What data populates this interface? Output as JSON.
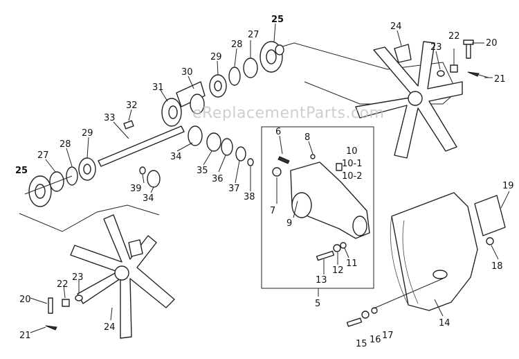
{
  "watermark": "eReplacementParts.com",
  "callouts": {
    "c25_top": "25",
    "c25_left": "25",
    "c24_top": "24",
    "c24_bottom": "24",
    "c23_top": "23",
    "c23_bottom": "23",
    "c22_top": "22",
    "c22_bottom": "22",
    "c20_top": "20",
    "c20_bottom": "20",
    "c21_top": "21",
    "c21_bottom": "21",
    "c27_top": "27",
    "c27_left": "27",
    "c28_top": "28",
    "c28_left": "28",
    "c29_top": "29",
    "c29_left": "29",
    "c30": "30",
    "c31": "31",
    "c32": "32",
    "c33": "33",
    "c34_a": "34",
    "c34_b": "34",
    "c35": "35",
    "c36": "36",
    "c37": "37",
    "c38": "38",
    "c39": "39",
    "c6": "6",
    "c8": "8",
    "c10": "10",
    "c10_1": "10-1",
    "c10_2": "10-2",
    "c7": "7",
    "c9": "9",
    "c11": "11",
    "c12": "12",
    "c13": "13",
    "c5": "5",
    "c19": "19",
    "c18": "18",
    "c14": "14",
    "c15": "15",
    "c16": "16",
    "c17": "17"
  }
}
